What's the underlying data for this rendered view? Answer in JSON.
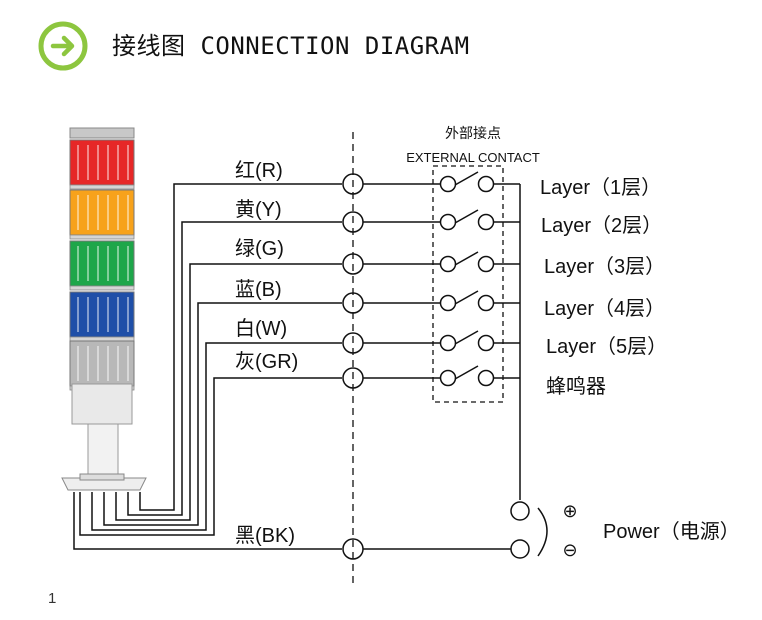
{
  "header": {
    "title": "接线图 CONNECTION DIAGRAM",
    "icon": "arrow-right-circle-icon",
    "icon_color": "#8dc63f"
  },
  "external_contact": {
    "title_cn": "外部接点",
    "title_en": "EXTERNAL CONTACT"
  },
  "tower": {
    "colors": [
      "#e62727",
      "#f7a21b",
      "#1ea64a",
      "#1f4fa8",
      "#b8b8b8"
    ]
  },
  "wires": [
    {
      "label": "红(R)",
      "output": "Layer（1层）"
    },
    {
      "label": "黄(Y)",
      "output": "Layer（2层）"
    },
    {
      "label": "绿(G)",
      "output": "Layer（3层）"
    },
    {
      "label": "蓝(B)",
      "output": "Layer（4层）"
    },
    {
      "label": "白(W)",
      "output": "Layer（5层）"
    },
    {
      "label": "灰(GR)",
      "output": "蜂鸣器"
    }
  ],
  "common_wire": {
    "label": "黑(BK)"
  },
  "power": {
    "label": "Power（电源）",
    "plus": "⊕",
    "minus": "⊖"
  },
  "page_number": "1"
}
